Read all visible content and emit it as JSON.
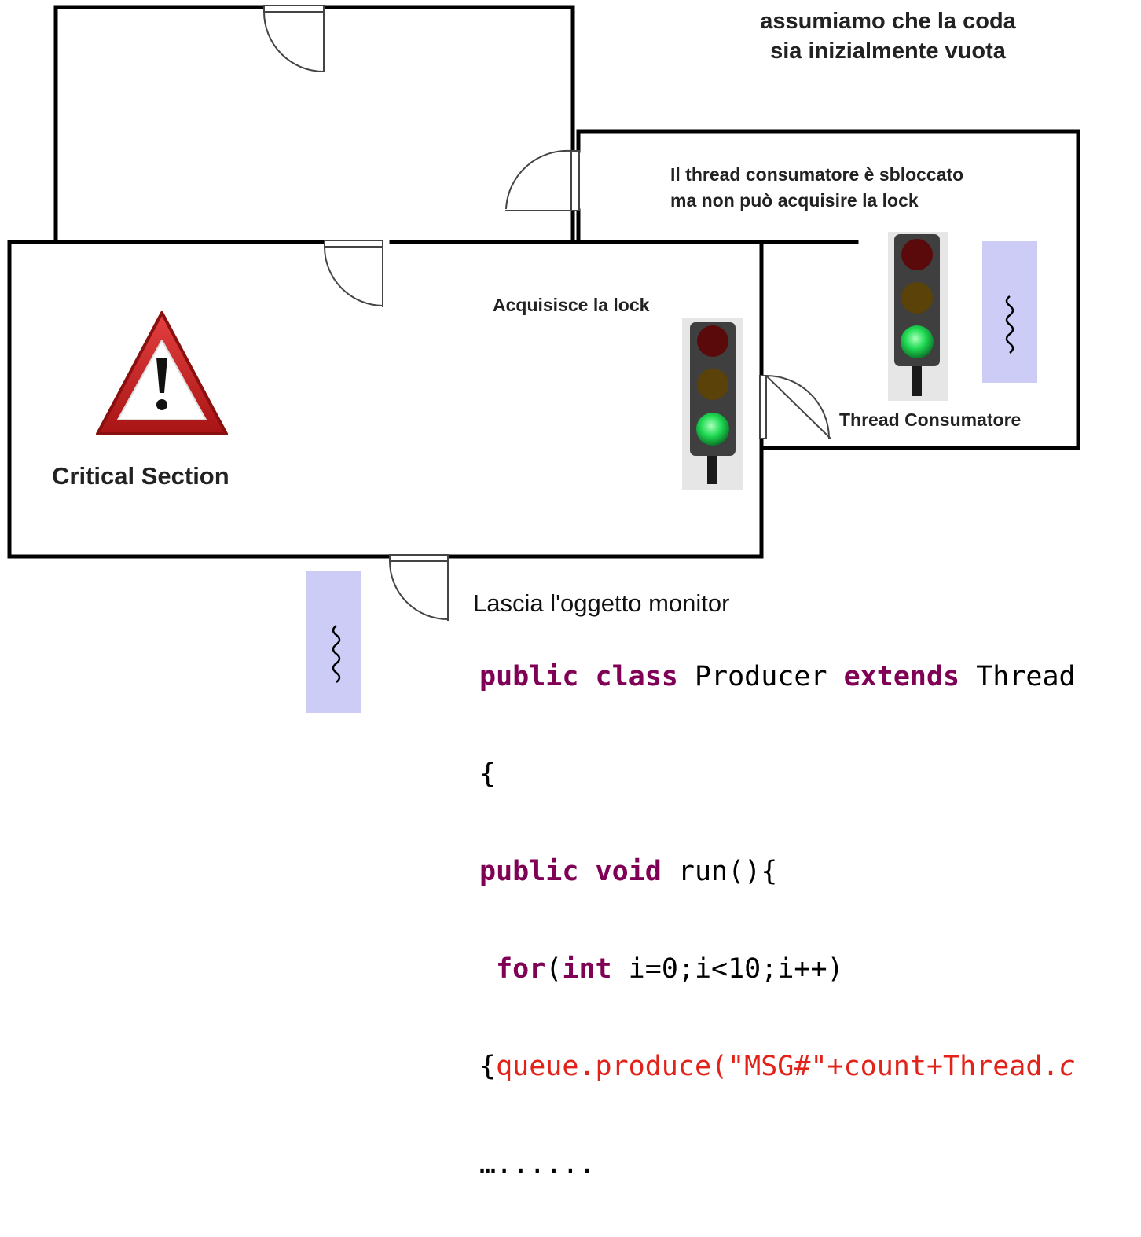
{
  "labels": {
    "note_top_line1": "assumiamo che la coda",
    "note_top_line2": "sia inizialmente vuota",
    "consumer_note_line1": "Il thread consumatore è sbloccato",
    "consumer_note_line2": "ma non può acquisire la lock",
    "acquire_lock": "Acquisisce la lock",
    "thread_consumer": "Thread Consumatore",
    "critical_section": "Critical Section",
    "leave_monitor": "Lascia l'oggetto monitor"
  },
  "code": {
    "line1": {
      "kw1": "public",
      "kw2": "class",
      "name": "Producer",
      "kw3": "extends",
      "type": "Thread"
    },
    "line2": "{",
    "line3": {
      "kw1": "public",
      "kw2": "void",
      "rest": "run(){"
    },
    "line4": {
      "kw_for": "for",
      "open": "(",
      "kw_int": "int",
      "rest": "i=0;i<10;i++)"
    },
    "line5": {
      "brace": "{",
      "call": "queue.produce(\"MSG#\"+count+Thread.",
      "italic": "c"
    },
    "line6": "…......"
  },
  "colors": {
    "wall": "#000000",
    "door": "#444444",
    "warning_red": "#cc1f1f",
    "thread_box": "#ccccf7",
    "light_red_off": "#5a0a0a",
    "light_yellow_off": "#5a4208",
    "light_green_on": "#22dd55",
    "keyword": "#7f0055",
    "string": "#e2231a"
  }
}
